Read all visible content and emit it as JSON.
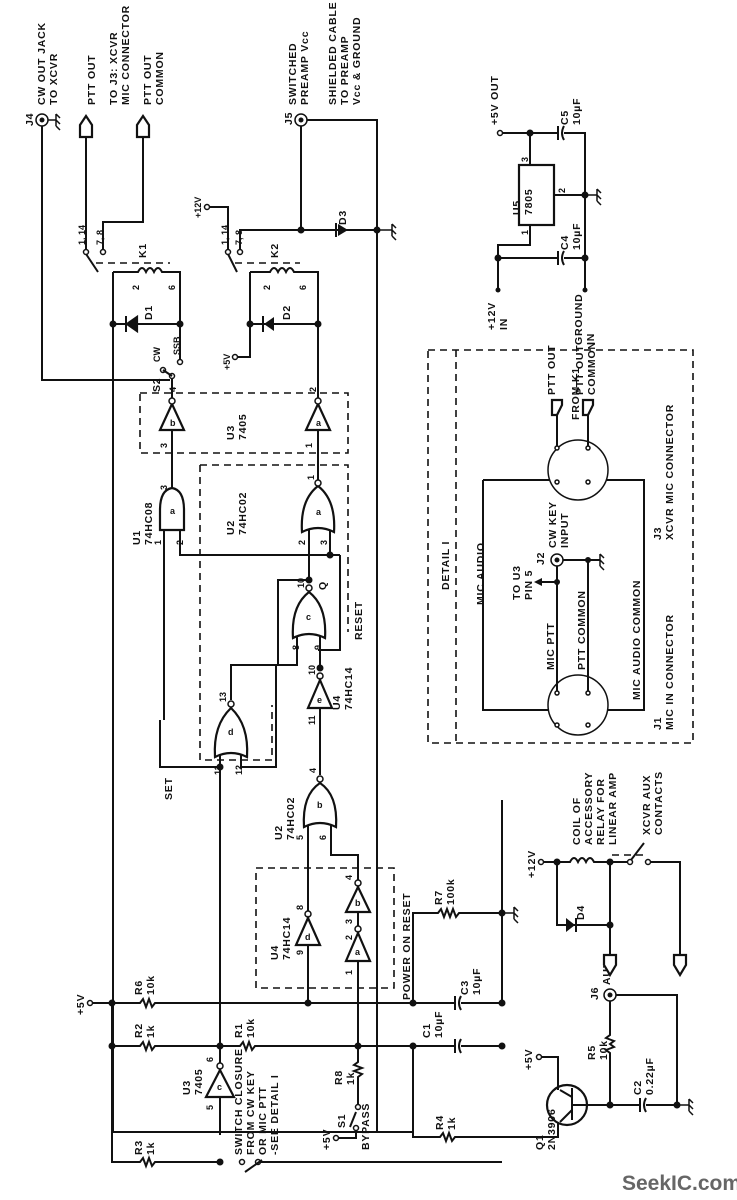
{
  "title": "CW / PTT sequencer schematic",
  "watermark": "SeekIC.com",
  "connectors": {
    "j4": {
      "ref": "J4",
      "label1": "CW OUT JACK",
      "label2": "TO XCVR"
    },
    "ptt_out": {
      "label": "PTT OUT"
    },
    "to_j3": {
      "label1": "TO J3: XCVR",
      "label2": "MIC CONNECTOR"
    },
    "ptt_common": {
      "label1": "PTT OUT",
      "label2": "COMMON"
    },
    "j5": {
      "ref": "J5",
      "label1": "SWITCHED",
      "label2": "PREAMP Vcc"
    },
    "shielded": {
      "label1": "SHIELDED CABLE",
      "label2": "TO PREAMP",
      "label3": "Vcc & GROUND"
    },
    "j6": {
      "ref": "J6",
      "label": "AUX"
    }
  },
  "regulator": {
    "ref": "U5",
    "part": "7805",
    "out_label": "+5V OUT",
    "in_label1": "+12V",
    "in_label2": "IN",
    "gnd_label1": "GROUND",
    "gnd_label2": "IN",
    "pins": [
      "1",
      "2",
      "3"
    ],
    "c4": {
      "ref": "C4",
      "value": "10µF"
    },
    "c5": {
      "ref": "C5",
      "value": "10µF"
    }
  },
  "relays": {
    "k1": {
      "ref": "K1",
      "contacts1": "1, 14",
      "contacts2": "7, 8",
      "pin_a": "2",
      "pin_b": "6"
    },
    "k2": {
      "ref": "K2",
      "contacts1": "1, 14",
      "contacts2": "7, 8",
      "pin_a": "2",
      "pin_b": "6",
      "supply": "+12V"
    }
  },
  "diodes": {
    "d1": "D1",
    "d2": "D2",
    "d3": "D3",
    "d4": "D4"
  },
  "switches": {
    "s2": {
      "ref": "S2",
      "pos1": "CW",
      "pos2": "SSB"
    },
    "s1": {
      "ref": "S1",
      "label": "BYPASS"
    }
  },
  "supplies": {
    "plus5": "+5V",
    "plus12": "+12V"
  },
  "ics": {
    "u3_top": {
      "ref": "U3",
      "part": "7405",
      "gate_a": "a",
      "gate_b": "b",
      "pin_a_in": "1",
      "pin_a_out": "2",
      "pin_b_in": "3",
      "pin_b_out": "4"
    },
    "u1": {
      "ref": "U1",
      "part": "74HC08",
      "gate": "a",
      "pin1": "1",
      "pin2": "2",
      "pin3": "3"
    },
    "u2_top": {
      "ref": "U2",
      "part": "74HC02",
      "gate_a": "a",
      "gate_c": "c",
      "gate_d": "d",
      "pin1": "1",
      "pin2": "2",
      "pin3": "3",
      "pin8": "8",
      "pin9": "9",
      "pin10": "10",
      "pin11": "11",
      "pin12": "12",
      "pin13": "13"
    },
    "u4_e": {
      "ref": "U4",
      "part": "74HC14",
      "gate": "e",
      "pin_in": "11",
      "pin_out": "10"
    },
    "u2_b": {
      "ref": "U2",
      "part": "74HC02",
      "gate": "b",
      "pin4": "4",
      "pin5": "5",
      "pin6": "6"
    },
    "u4_bottom": {
      "ref": "U4",
      "part": "74HC14",
      "gate_a": "a",
      "gate_b": "b",
      "gate_d": "d",
      "pin1": "1",
      "pin2": "2",
      "pin3": "3",
      "pin4": "4",
      "pin8": "8",
      "pin9": "9"
    },
    "u3_c": {
      "ref": "U3",
      "part": "7405",
      "gate": "c",
      "pin5": "5",
      "pin6": "6"
    }
  },
  "signals": {
    "q": "Q",
    "reset": "RESET",
    "set": "SET",
    "power_on_reset": "POWER ON RESET"
  },
  "resistors": {
    "r1": {
      "ref": "R1",
      "value": "10k"
    },
    "r2": {
      "ref": "R2",
      "value": "1k"
    },
    "r3": {
      "ref": "R3",
      "value": "1k"
    },
    "r4": {
      "ref": "R4",
      "value": "1k"
    },
    "r5": {
      "ref": "R5",
      "value": "10k"
    },
    "r6": {
      "ref": "R6",
      "value": "10k"
    },
    "r7": {
      "ref": "R7",
      "value": "100k"
    },
    "r8": {
      "ref": "R8",
      "value": "1k"
    }
  },
  "capacitors": {
    "c1": {
      "ref": "C1",
      "value": "10µF"
    },
    "c2": {
      "ref": "C2",
      "value": "0.22µF"
    },
    "c3": {
      "ref": "C3",
      "value": "10µF"
    }
  },
  "transistor": {
    "ref": "Q1",
    "part": "2N3906"
  },
  "switch_closure": {
    "line1": "SWITCH CLOSURE",
    "line2": "FROM CW KEY",
    "line3": "OR MIC PTT",
    "line4": "-SEE DETAIL I"
  },
  "accessory": {
    "line1": "COIL OF",
    "line2": "ACCESSORY",
    "line3": "RELAY FOR",
    "line4": "LINEAR AMP",
    "contacts1": "XCVR AUX",
    "contacts2": "CONTACTS"
  },
  "detail": {
    "title": "DETAIL I",
    "j1_ref": "J1",
    "j1_label": "MIC IN CONNECTOR",
    "j3_ref": "J3",
    "j3_label": "XCVR MIC CONNECTOR",
    "j2_ref": "J2",
    "j2_label1": "CW KEY",
    "j2_label2": "INPUT",
    "mic_audio": "MIC AUDIO",
    "mic_ptt": "MIC PTT",
    "ptt_common": "PTT COMMON",
    "mic_audio_common": "MIC AUDIO COMMON",
    "to_u3_1": "TO U3",
    "to_u3_2": "PIN 5",
    "ptt_out": "PTT OUT",
    "ptt_out_common1": "PTT OUT",
    "ptt_out_common2": "COMMON",
    "from_k1": "FROM K1"
  }
}
